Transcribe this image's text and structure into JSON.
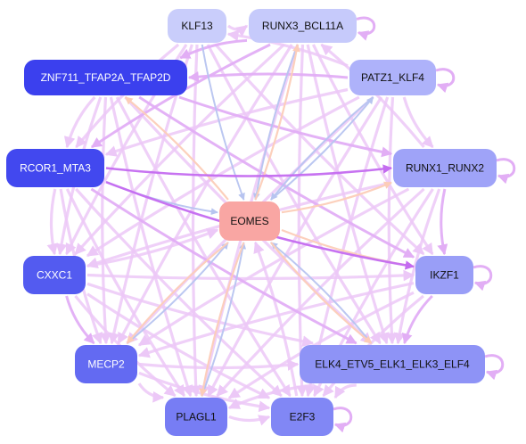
{
  "colors": {
    "edge_light": "#ecc8f7",
    "edge_mid": "#e2aef5",
    "edge_strong": "#c46cf0",
    "edge_blue": "#b7c4f0",
    "edge_peach": "#fccdb8",
    "center_fill": "#f9a6a3",
    "label_dark": "#111111",
    "label_light": "#ffffff"
  },
  "nodes": [
    {
      "id": "KLF13",
      "label": "KLF13",
      "fill": "#c9cdfb",
      "text_color": "dark"
    },
    {
      "id": "RUNX3_BCL11A",
      "label": "RUNX3_BCL11A",
      "fill": "#c6cafb",
      "text_color": "dark"
    },
    {
      "id": "ZNF711_TFAP2A_TFAP2D",
      "label": "ZNF711_TFAP2A_TFAP2D",
      "fill": "#3b40ee",
      "text_color": "light"
    },
    {
      "id": "PATZ1_KLF4",
      "label": "PATZ1_KLF4",
      "fill": "#aeb2fa",
      "text_color": "dark"
    },
    {
      "id": "RCOR1_MTA3",
      "label": "RCOR1_MTA3",
      "fill": "#4248ef",
      "text_color": "light"
    },
    {
      "id": "RUNX1_RUNX2",
      "label": "RUNX1_RUNX2",
      "fill": "#9fa3f8",
      "text_color": "dark"
    },
    {
      "id": "EOMES",
      "label": "EOMES",
      "fill": "#f9a6a3",
      "text_color": "dark"
    },
    {
      "id": "CXXC1",
      "label": "CXXC1",
      "fill": "#535bf0",
      "text_color": "light"
    },
    {
      "id": "IKZF1",
      "label": "IKZF1",
      "fill": "#999ef7",
      "text_color": "dark"
    },
    {
      "id": "MECP2",
      "label": "MECP2",
      "fill": "#636af2",
      "text_color": "light"
    },
    {
      "id": "ELK4_ETV5_ELK1_ELK3_ELF4",
      "label": "ELK4_ETV5_ELK1_ELK3_ELF4",
      "fill": "#8e93f6",
      "text_color": "dark"
    },
    {
      "id": "PLAGL1",
      "label": "PLAGL1",
      "fill": "#777df4",
      "text_color": "dark"
    },
    {
      "id": "E2F3",
      "label": "E2F3",
      "fill": "#8187f5",
      "text_color": "dark"
    }
  ],
  "edges": [
    [
      "KLF13",
      "RUNX3_BCL11A",
      "light"
    ],
    [
      "KLF13",
      "ELK4_ETV5_ELK1_ELK3_ELF4",
      "light"
    ],
    [
      "KLF13",
      "PLAGL1",
      "light"
    ],
    [
      "KLF13",
      "MECP2",
      "light"
    ],
    [
      "KLF13",
      "RCOR1_MTA3",
      "light"
    ],
    [
      "KLF13",
      "EOMES",
      "blue"
    ],
    [
      "KLF13",
      "IKZF1",
      "light"
    ],
    [
      "KLF13",
      "CXXC1",
      "light"
    ],
    [
      "RUNX3_BCL11A",
      "ZNF711_TFAP2A_TFAP2D",
      "mid"
    ],
    [
      "RUNX3_BCL11A",
      "RCOR1_MTA3",
      "mid"
    ],
    [
      "RUNX3_BCL11A",
      "CXXC1",
      "light"
    ],
    [
      "RUNX3_BCL11A",
      "MECP2",
      "light"
    ],
    [
      "RUNX3_BCL11A",
      "PLAGL1",
      "light"
    ],
    [
      "RUNX3_BCL11A",
      "E2F3",
      "light"
    ],
    [
      "RUNX3_BCL11A",
      "ELK4_ETV5_ELK1_ELK3_ELF4",
      "light"
    ],
    [
      "RUNX3_BCL11A",
      "IKZF1",
      "light"
    ],
    [
      "RUNX3_BCL11A",
      "EOMES",
      "blue"
    ],
    [
      "PATZ1_KLF4",
      "ZNF711_TFAP2A_TFAP2D",
      "mid"
    ],
    [
      "PATZ1_KLF4",
      "RCOR1_MTA3",
      "light"
    ],
    [
      "PATZ1_KLF4",
      "CXXC1",
      "light"
    ],
    [
      "PATZ1_KLF4",
      "MECP2",
      "light"
    ],
    [
      "PATZ1_KLF4",
      "PLAGL1",
      "light"
    ],
    [
      "PATZ1_KLF4",
      "E2F3",
      "light"
    ],
    [
      "PATZ1_KLF4",
      "ELK4_ETV5_ELK1_ELK3_ELF4",
      "light"
    ],
    [
      "PATZ1_KLF4",
      "RUNX1_RUNX2",
      "light"
    ],
    [
      "PATZ1_KLF4",
      "KLF13",
      "light"
    ],
    [
      "PATZ1_KLF4",
      "EOMES",
      "blue"
    ],
    [
      "ZNF711_TFAP2A_TFAP2D",
      "RCOR1_MTA3",
      "light"
    ],
    [
      "ZNF711_TFAP2A_TFAP2D",
      "RUNX1_RUNX2",
      "mid"
    ],
    [
      "ZNF711_TFAP2A_TFAP2D",
      "IKZF1",
      "mid"
    ],
    [
      "ZNF711_TFAP2A_TFAP2D",
      "ELK4_ETV5_ELK1_ELK3_ELF4",
      "light"
    ],
    [
      "ZNF711_TFAP2A_TFAP2D",
      "E2F3",
      "light"
    ],
    [
      "ZNF711_TFAP2A_TFAP2D",
      "PLAGL1",
      "light"
    ],
    [
      "ZNF711_TFAP2A_TFAP2D",
      "MECP2",
      "light"
    ],
    [
      "ZNF711_TFAP2A_TFAP2D",
      "CXXC1",
      "light"
    ],
    [
      "RCOR1_MTA3",
      "RUNX1_RUNX2",
      "strong"
    ],
    [
      "RCOR1_MTA3",
      "IKZF1",
      "strong"
    ],
    [
      "RCOR1_MTA3",
      "ELK4_ETV5_ELK1_ELK3_ELF4",
      "mid"
    ],
    [
      "RCOR1_MTA3",
      "E2F3",
      "light"
    ],
    [
      "RCOR1_MTA3",
      "PLAGL1",
      "light"
    ],
    [
      "RCOR1_MTA3",
      "MECP2",
      "light"
    ],
    [
      "RCOR1_MTA3",
      "CXXC1",
      "light"
    ],
    [
      "RCOR1_MTA3",
      "EOMES",
      "blue"
    ],
    [
      "RUNX1_RUNX2",
      "IKZF1",
      "mid"
    ],
    [
      "RUNX1_RUNX2",
      "CXXC1",
      "light"
    ],
    [
      "RUNX1_RUNX2",
      "MECP2",
      "light"
    ],
    [
      "RUNX1_RUNX2",
      "PLAGL1",
      "light"
    ],
    [
      "RUNX1_RUNX2",
      "E2F3",
      "light"
    ],
    [
      "RUNX1_RUNX2",
      "ELK4_ETV5_ELK1_ELK3_ELF4",
      "light"
    ],
    [
      "RUNX1_RUNX2",
      "RUNX3_BCL11A",
      "light"
    ],
    [
      "CXXC1",
      "IKZF1",
      "light"
    ],
    [
      "CXXC1",
      "MECP2",
      "mid"
    ],
    [
      "CXXC1",
      "PLAGL1",
      "light"
    ],
    [
      "CXXC1",
      "E2F3",
      "light"
    ],
    [
      "CXXC1",
      "ELK4_ETV5_ELK1_ELK3_ELF4",
      "light"
    ],
    [
      "IKZF1",
      "MECP2",
      "light"
    ],
    [
      "IKZF1",
      "PLAGL1",
      "light"
    ],
    [
      "IKZF1",
      "E2F3",
      "light"
    ],
    [
      "IKZF1",
      "ELK4_ETV5_ELK1_ELK3_ELF4",
      "mid"
    ],
    [
      "MECP2",
      "PLAGL1",
      "light"
    ],
    [
      "MECP2",
      "E2F3",
      "light"
    ],
    [
      "MECP2",
      "ELK4_ETV5_ELK1_ELK3_ELF4",
      "light"
    ],
    [
      "ELK4_ETV5_ELK1_ELK3_ELF4",
      "PLAGL1",
      "light"
    ],
    [
      "ELK4_ETV5_ELK1_ELK3_ELF4",
      "E2F3",
      "light"
    ],
    [
      "PLAGL1",
      "E2F3",
      "light"
    ],
    [
      "EOMES",
      "RUNX1_RUNX2",
      "peach"
    ],
    [
      "EOMES",
      "IKZF1",
      "peach"
    ],
    [
      "EOMES",
      "ELK4_ETV5_ELK1_ELK3_ELF4",
      "peach"
    ],
    [
      "EOMES",
      "MECP2",
      "peach"
    ],
    [
      "EOMES",
      "PLAGL1",
      "peach"
    ],
    [
      "EOMES",
      "PATZ1_KLF4",
      "blue"
    ],
    [
      "EOMES",
      "RUNX3_BCL11A",
      "peach"
    ],
    [
      "EOMES",
      "ZNF711_TFAP2A_TFAP2D",
      "peach"
    ],
    [
      "E2F3",
      "EOMES",
      "light"
    ],
    [
      "CXXC1",
      "EOMES",
      "light"
    ],
    [
      "ELK4_ETV5_ELK1_ELK3_ELF4",
      "EOMES",
      "blue"
    ],
    [
      "PLAGL1",
      "EOMES",
      "blue"
    ],
    [
      "MECP2",
      "EOMES",
      "blue"
    ]
  ],
  "self_loops": [
    "RUNX3_BCL11A",
    "PATZ1_KLF4",
    "RUNX1_RUNX2",
    "IKZF1",
    "ELK4_ETV5_ELK1_ELK3_ELF4",
    "E2F3"
  ]
}
